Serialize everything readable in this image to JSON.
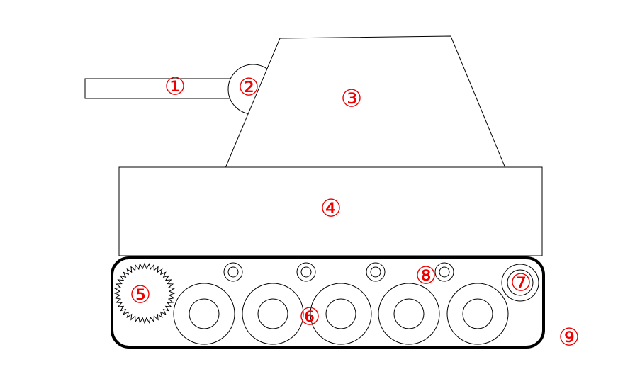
{
  "diagram": {
    "callouts": [
      {
        "id": "1",
        "label": "①"
      },
      {
        "id": "2",
        "label": "②"
      },
      {
        "id": "3",
        "label": "③"
      },
      {
        "id": "4",
        "label": "④"
      },
      {
        "id": "5",
        "label": "⑤"
      },
      {
        "id": "6",
        "label": "⑥"
      },
      {
        "id": "7",
        "label": "⑦"
      },
      {
        "id": "8",
        "label": "⑧"
      },
      {
        "id": "9",
        "label": "⑨"
      }
    ]
  },
  "colors": {
    "background": "#ffffff",
    "outline": "#000000",
    "callout": "#ee0000"
  }
}
